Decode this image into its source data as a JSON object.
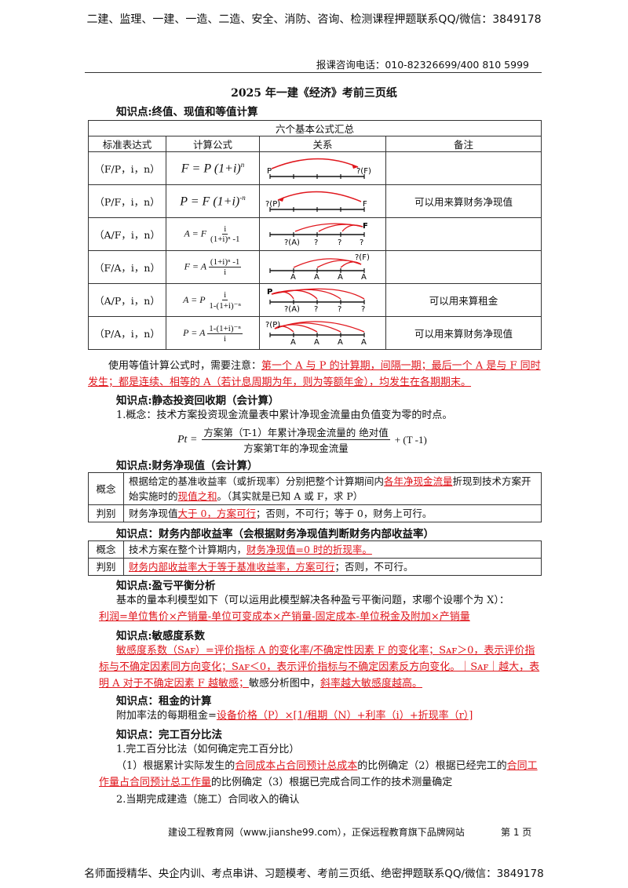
{
  "header": {
    "banner": "二建、监理、一建、一造、二造、安全、消防、咨询、检测课程押题联系QQ/微信：3849178",
    "phone": "报课咨询电话：010-82326699/400 810 5999"
  },
  "title": "2025 年一建《经济》考前三页纸",
  "s1": {
    "heading": "知识点:终值、现值和等值计算",
    "table_title": "六个基本公式汇总",
    "col_headers": [
      "标准表达式",
      "计算公式",
      "关系",
      "备注"
    ],
    "rows": [
      {
        "expr": "（F/P，i，n）",
        "note": "",
        "formula_lhs": "F = P",
        "formula_paren": "(1+i)",
        "formula_exp": "n"
      },
      {
        "expr": "（P/F，i，n）",
        "note": "可以用来算财务净现值",
        "formula_lhs": "P = F",
        "formula_paren": "(1+i)",
        "formula_exp": "-n"
      },
      {
        "expr": "（A/F，i，n）",
        "note": "",
        "formula_lhs": "A = F",
        "frac_num": "i",
        "frac_den": "(1+i)ⁿ -1"
      },
      {
        "expr": "（F/A，i，n）",
        "note": "",
        "formula_lhs": "F = A",
        "frac_num": "(1+i)ⁿ -1",
        "frac_den": "i"
      },
      {
        "expr": "（A/P，i，n）",
        "note": "可以用来算租金",
        "formula_lhs": "A = P",
        "frac_num": "i",
        "frac_den": "1-(1+i)⁻ⁿ"
      },
      {
        "expr": "（P/A，i，n）",
        "note": "可以用来算财务净现值",
        "formula_lhs": "P = A",
        "frac_num": "1-(1+i)⁻ⁿ",
        "frac_den": "i"
      }
    ],
    "diagram_labels": {
      "p": "P",
      "f": "F",
      "qf": "?(F)",
      "qp": "?(P)",
      "qa": "?(A)",
      "q": "?",
      "a": "A"
    },
    "note_prefix": "使用等值计算公式时，需要注意：",
    "note_red": "第一个 A 与 P 的计算期，间隔一期；最后一个 A 是与 F 同时发生；都是连续、相等的 A（若计息周期为年，则为等额年金），均发生在各期期末。"
  },
  "s2": {
    "heading": "知识点:静态投资回收期（会计算）",
    "concept": "1.概念：技术方案投资现金流量表中累计净现金流量由负值变为零的时点。",
    "pt_label": "Pt =",
    "pt_num": "方案第（T-1）年累计净现金流量的 绝对值",
    "pt_den": "方案第T年的净现金流量",
    "pt_tail": "+ (T -1)"
  },
  "s3": {
    "heading": "知识点:财务净现值（会计算）",
    "row1_label": "概念",
    "row1_a": "根据给定的基准收益率（或折现率）分别把整个计算期间内",
    "row1_b": "各年净现金流量",
    "row1_c": "折现到技术方案开始实施时的",
    "row1_d": "现值之和",
    "row1_e": "。（其实就是已知 A 或 F，求 P）",
    "row2_label": "判别",
    "row2_a": "财务净现值",
    "row2_b": "大于 0，方案可行",
    "row2_c": "；否则，不可行；等于 0，财务上可行。"
  },
  "s4": {
    "heading": "知识点：财务内部收益率（会根据财务净现值判断财务内部收益率）",
    "row1_label": "概念",
    "row1_a": "技术方案在整个计算期内，",
    "row1_b": "财务净现值=0 时的折现率。",
    "row2_label": "判别",
    "row2_a": "财务内部收益率大于等于基准收益率，方案可行",
    "row2_b": "；否则，不可行。"
  },
  "s5": {
    "heading": "知识点:盈亏平衡分析",
    "line1": "基本的量本利模型如下（可以运用此模型解决各种盈亏平衡问题，求哪个设哪个为 X）：",
    "line2": "利润=单位售价×产销量-单位可变成本×产销量-固定成本-单位税金及附加×产销量"
  },
  "s6": {
    "heading": "知识点:敏感度系数",
    "red1": "敏感度系数（Sᴀꜰ）=评价指标 A 的变化率/不确定性因素 F 的变化率；Sᴀꜰ＞0，表示评价指标与不确定因素同方向变化；Sᴀꜰ＜0，表示评价指标与不确定因素反方向变化。｜Sᴀꜰ｜越大，表明 A 对于不确定因素 F 越敏感；",
    "mid": "敏感分析图中，",
    "red2": "斜率越大敏感度越高。"
  },
  "s7": {
    "heading": "知识点：租金的计算",
    "prefix": "附加率法的每期租金=",
    "red": "设备价格（P）×[1/租期（N）+利率（i）+折现率（r）]"
  },
  "s8": {
    "heading": "知识点：完工百分比法",
    "l1": "1.完工百分比法（如何确定完工百分比）",
    "l2a": "（1）根据累计实际发生的",
    "l2b": "合同成本占合同预计总成本",
    "l2c": "的比例确定（2）根据已经完工的",
    "l2d": "合同工作量占合同预计总工作量",
    "l2e": "的比例确定（3）根据已完成合同工作的技术测量确定",
    "l3": "2.当期完成建造（施工）合同收入的确认"
  },
  "footer": {
    "site": "建设工程教育网（www.jianshe99.com），正保远程教育旗下品牌网站",
    "page": "第 1 页",
    "banner": "名师面授精华、央企内训、考点串讲、习题模考、考前三页纸、绝密押题联系QQ/微信：3849178"
  },
  "colors": {
    "accent_red": "#e0161c",
    "text": "#111111"
  }
}
